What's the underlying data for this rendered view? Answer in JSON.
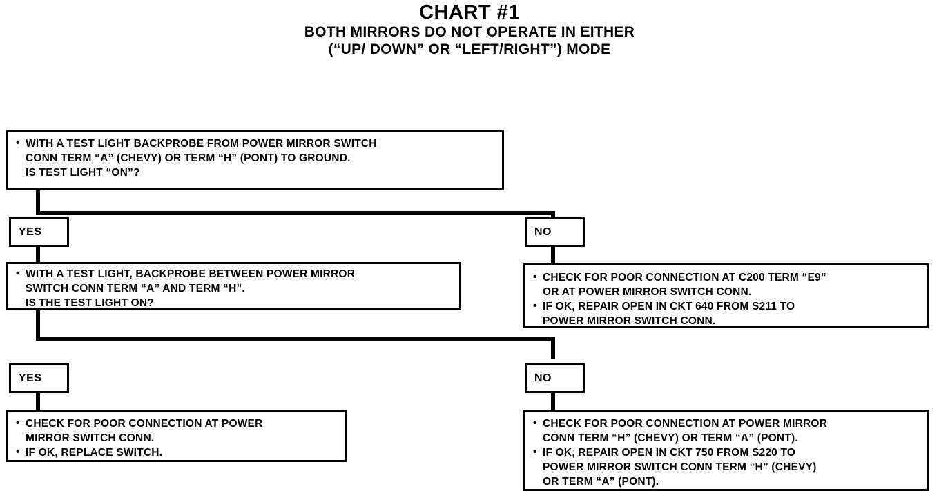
{
  "title": {
    "chart": "CHART #1",
    "subtitle_line1": "BOTH MIRRORS DO NOT OPERATE IN EITHER",
    "subtitle_line2": "(“UP/ DOWN” OR “LEFT/RIGHT”) MODE"
  },
  "nodes": {
    "step1": {
      "lines": [
        "WITH A TEST LIGHT BACKPROBE  FROM POWER  MIRROR SWITCH",
        "CONN TERM “A” (CHEVY) OR TERM “H” (PONT) TO GROUND.",
        "IS TEST LIGHT “ON”?"
      ]
    },
    "step2": {
      "lines": [
        "WITH A TEST LIGHT, BACKPROBE BETWEEN POWER MIRROR",
        "SWITCH CONN TERM “A” AND TERM “H”.",
        "IS THE TEST LIGHT ON?"
      ]
    },
    "result_no_1": {
      "lines": [
        "CHECK FOR POOR CONNECTION AT C200 TERM “E9”",
        "OR AT POWER MIRROR SWITCH CONN.",
        "IF OK, REPAIR OPEN IN CKT 640 FROM S211 TO",
        "POWER MIRROR SWITCH CONN."
      ]
    },
    "result_yes_2": {
      "lines": [
        "CHECK FOR POOR CONNECTION AT POWER",
        "MIRROR SWITCH CONN.",
        "IF OK, REPLACE SWITCH."
      ]
    },
    "result_no_2": {
      "lines": [
        "CHECK FOR POOR CONNECTION AT POWER MIRROR",
        "CONN TERM “H” (CHEVY) OR TERM “A” (PONT).",
        "IF OK, REPAIR OPEN IN CKT 750 FROM S220 TO",
        "POWER MIRROR SWITCH CONN TERM “H” (CHEVY)",
        "OR TERM “A” (PONT)."
      ]
    }
  },
  "labels": {
    "yes_1": "YES",
    "no_1": "NO",
    "yes_2": "YES",
    "no_2": "NO"
  }
}
